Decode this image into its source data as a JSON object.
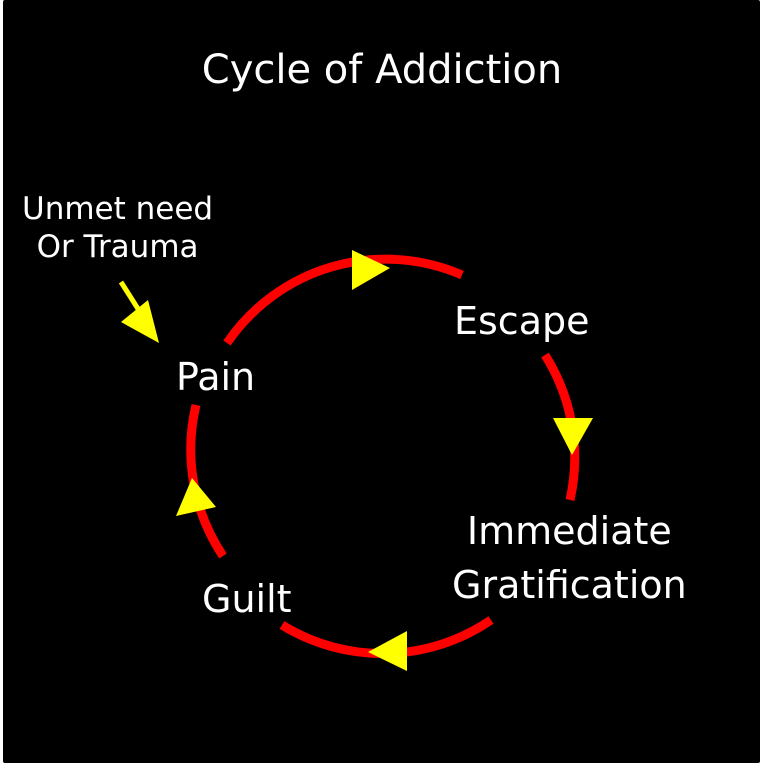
{
  "title": "Cycle of Addiction",
  "colors": {
    "background": "#000000",
    "cycle_ring": "#ff0000",
    "arrow": "#ffff00",
    "text": "#ffffff"
  },
  "trigger_note": {
    "line1": "Unmet need",
    "line2": "Or Trauma"
  },
  "stages": {
    "pain": "Pain",
    "escape": "Escape",
    "gratification_line1": "Immediate",
    "gratification_line2": "Gratification",
    "guilt": "Guilt"
  },
  "flow": [
    "Pain",
    "Escape",
    "Immediate Gratification",
    "Guilt",
    "Pain"
  ]
}
